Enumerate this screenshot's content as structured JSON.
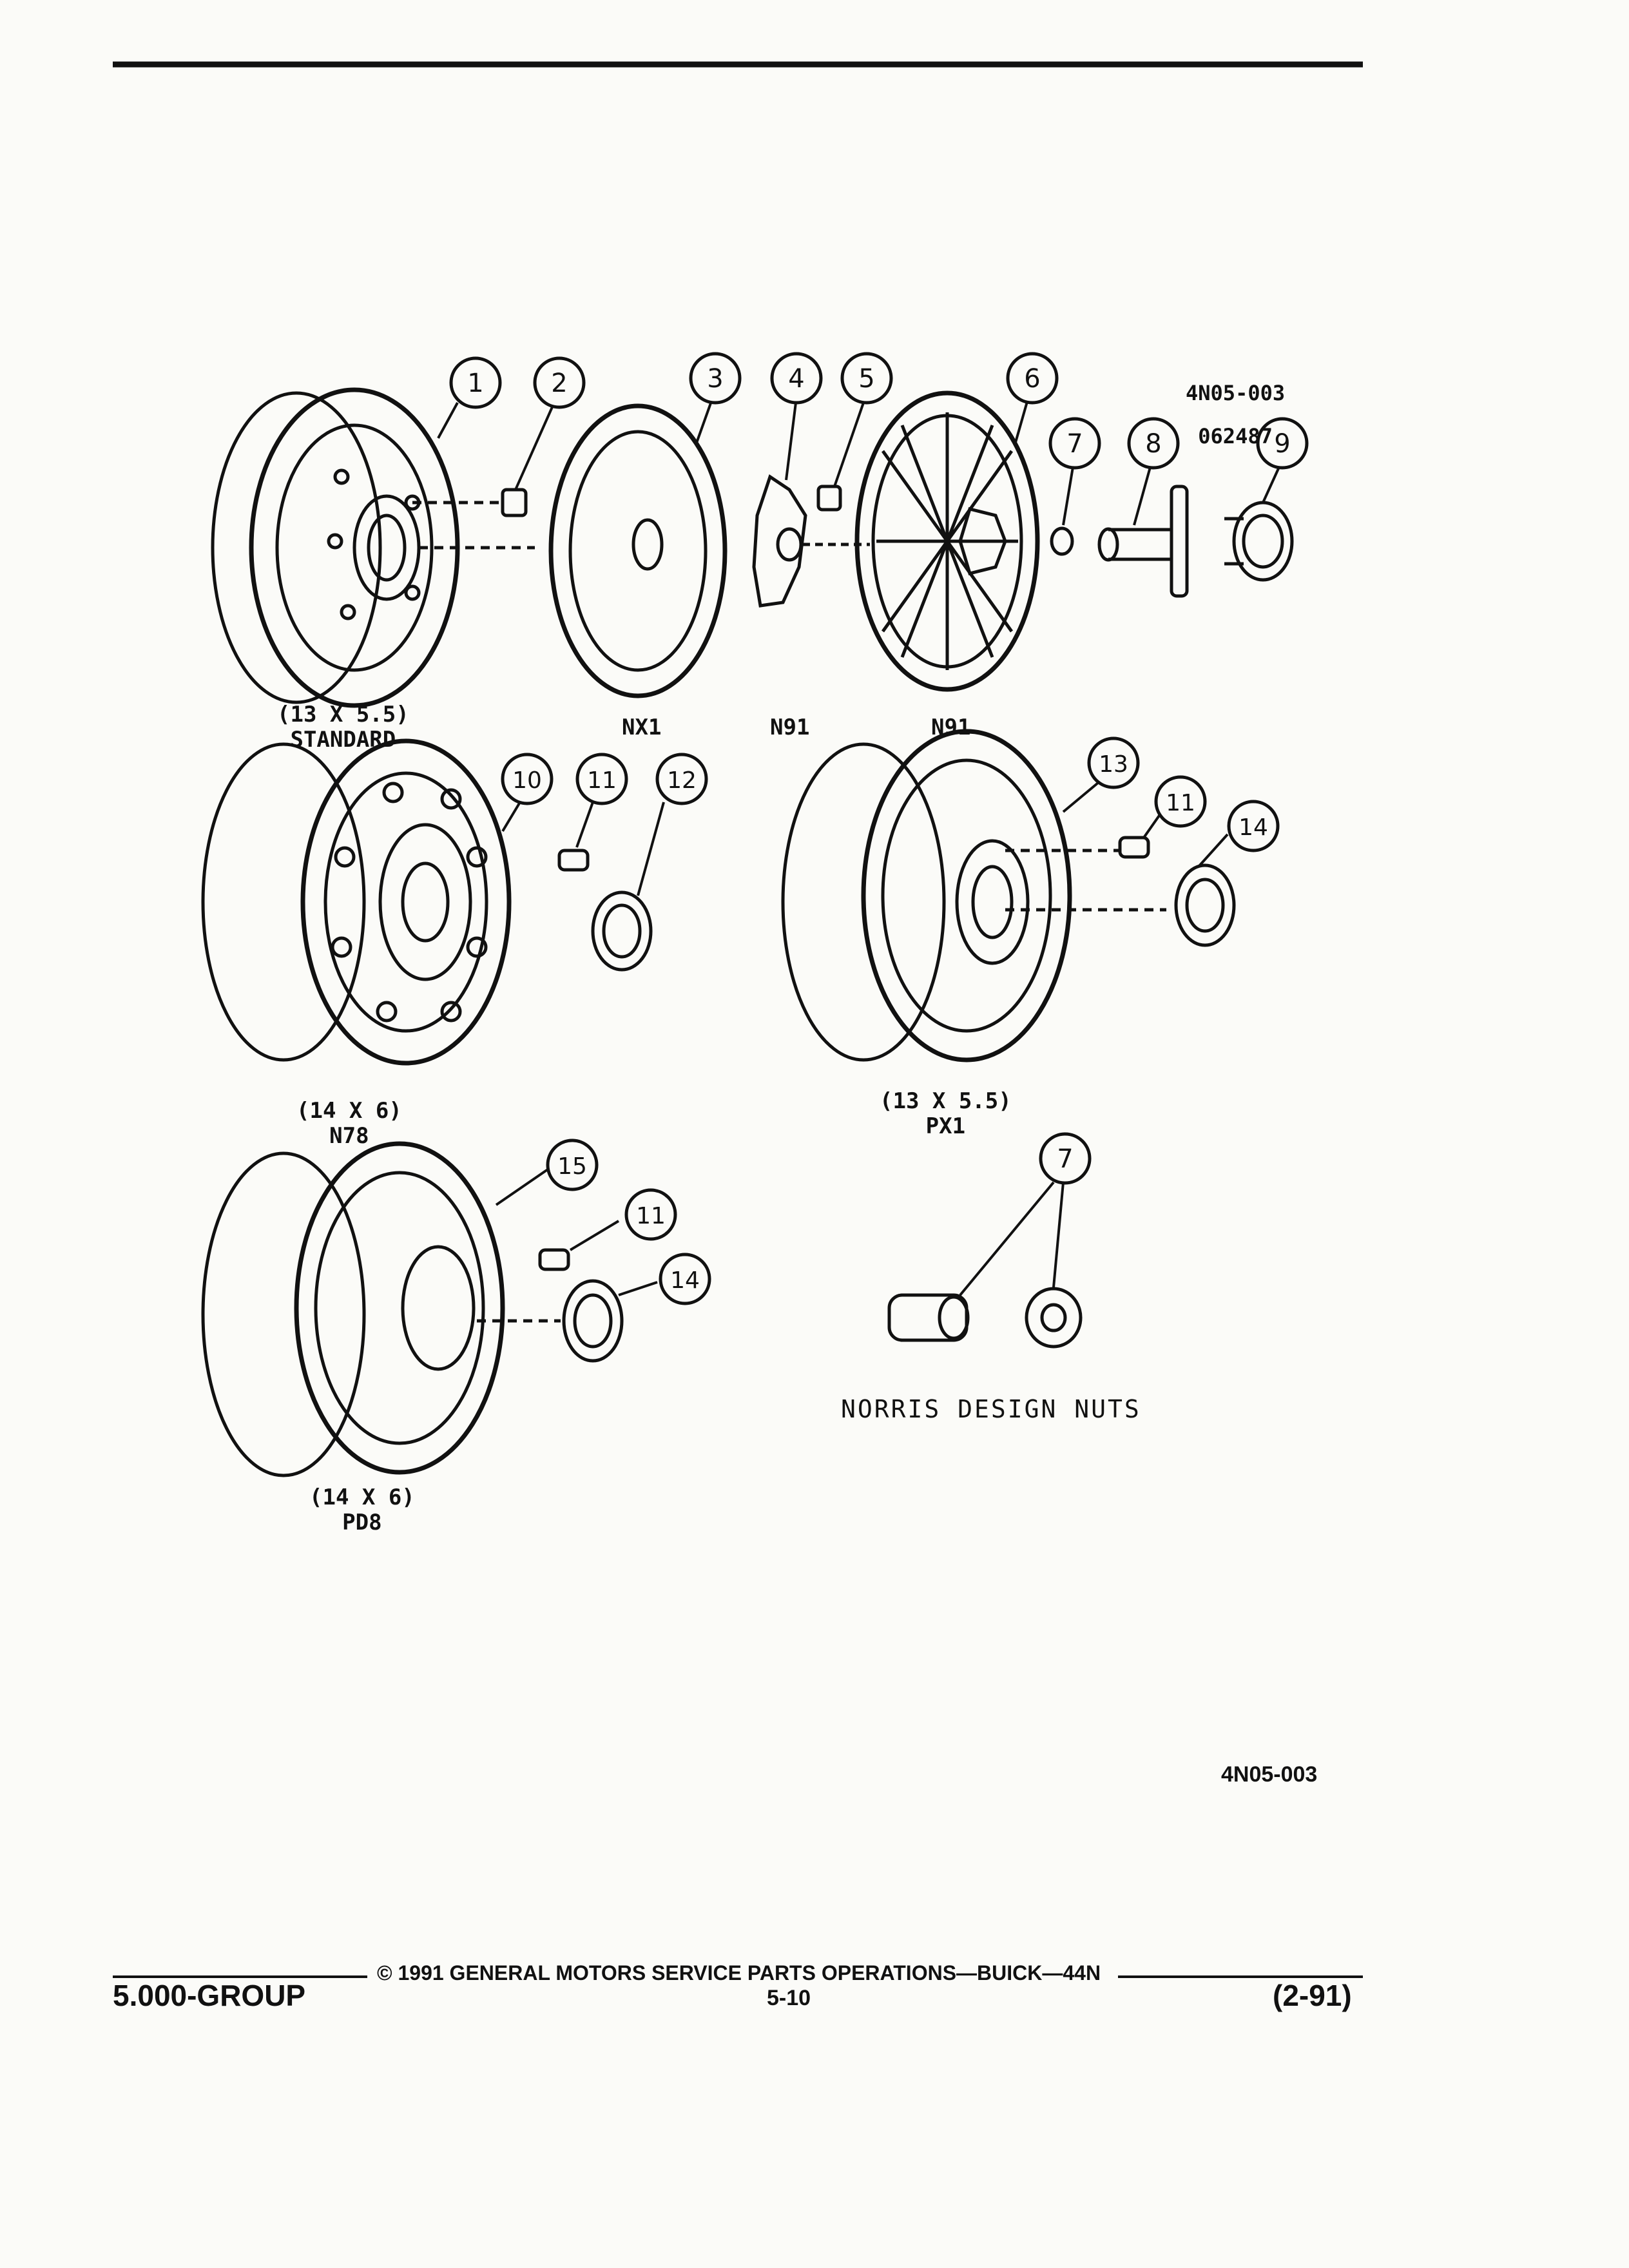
{
  "callouts": [
    "1",
    "2",
    "3",
    "4",
    "5",
    "6",
    "7",
    "8",
    "9",
    "10",
    "11",
    "11",
    "11",
    "12",
    "13",
    "14",
    "14",
    "15",
    "7"
  ],
  "codes": {
    "ref": "4N05-003",
    "date": "062487",
    "bottom_ref": "4N05-003"
  },
  "labels": {
    "standard": "(13 X 5.5)\nSTANDARD",
    "nx1": "NX1",
    "n91a": "N91",
    "n91b": "N91",
    "n78": "(14 X 6)\nN78",
    "px1": "(13 X 5.5)\nPX1",
    "pd8": "(14 X 6)\nPD8",
    "norris": "NORRIS DESIGN NUTS"
  },
  "footer": {
    "copyright": "© 1991 GENERAL MOTORS SERVICE PARTS OPERATIONS—BUICK—44N",
    "group": "5.000-GROUP",
    "page": "5-10",
    "rev": "(2-91)"
  }
}
